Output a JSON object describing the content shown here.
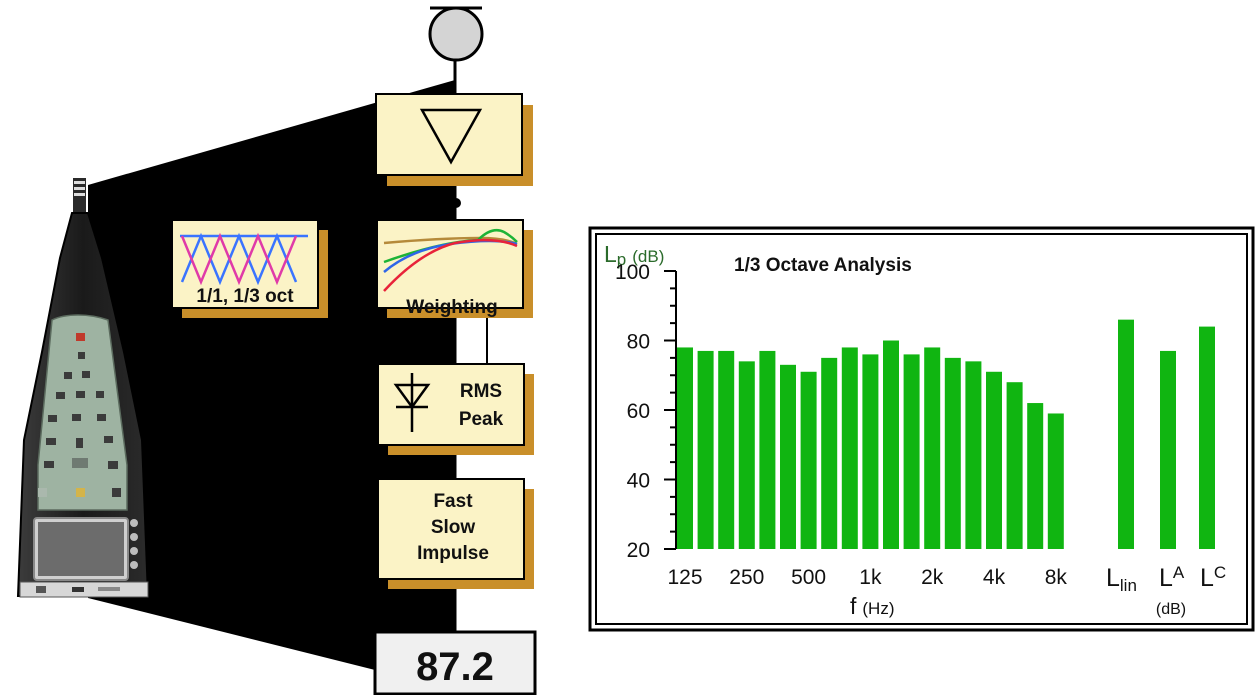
{
  "signal_chain": {
    "filter_label": "1/1, 1/3 oct",
    "weighting_label": "Weighting",
    "detector_line1": "RMS",
    "detector_line2": "Peak",
    "time_line1": "Fast",
    "time_line2": "Slow",
    "time_line3": "Impulse",
    "readout": "87.2"
  },
  "colors": {
    "box_fill": "#fbf3c6",
    "box_shadow": "#c98f2a",
    "bar": "#10b511",
    "weighting_curves": [
      "#b58a3a",
      "#1db336",
      "#2f66e8",
      "#e8233a"
    ],
    "filter_blue": "#3a74ff",
    "filter_magenta": "#e03aa8"
  },
  "chart_data": {
    "type": "bar",
    "title": "1/3 Octave Analysis",
    "ylabel_main": "L",
    "ylabel_sub": "p",
    "ylabel_unit": "(dB)",
    "ylim": [
      20,
      100
    ],
    "yticks": [
      "100",
      "80",
      "60",
      "40",
      "20"
    ],
    "ytick_values": [
      100,
      80,
      60,
      40,
      20
    ],
    "xlabel_main": "f",
    "xlabel_unit": "(Hz)",
    "xtick_labels": [
      "125",
      "250",
      "500",
      "1k",
      "2k",
      "4k",
      "8k"
    ],
    "values": [
      78,
      77,
      77,
      74,
      77,
      73,
      71,
      75,
      78,
      76,
      80,
      76,
      78,
      75,
      74,
      71,
      68,
      62,
      59
    ],
    "summary_bars": [
      {
        "main": "L",
        "sub": "lin",
        "value": 86
      },
      {
        "main": "L",
        "sub": "A",
        "value": 77
      },
      {
        "main": "L",
        "sub": "C",
        "value": 84
      }
    ],
    "summary_unit": "(dB)"
  }
}
